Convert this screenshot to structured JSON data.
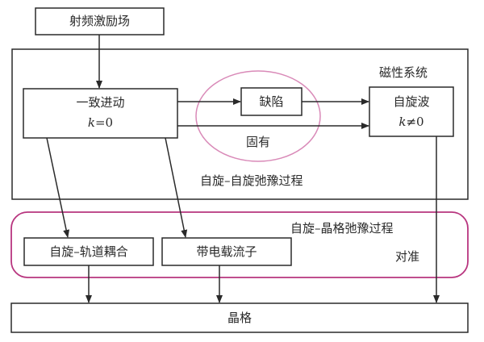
{
  "diagram": {
    "rf_field": "射频激励场",
    "magnetic_system": "磁性系统",
    "uniform_precession": {
      "title": "一致进动",
      "k_label": "k",
      "k_value": "=0"
    },
    "defect": "缺陷",
    "intrinsic": "固有",
    "spin_wave": {
      "title": "自旋波",
      "k_label": "k",
      "k_value": "≠0"
    },
    "spin_spin_relaxation": "自旋–自旋弛豫过程",
    "spin_lattice_relaxation": "自旋–晶格弛豫过程",
    "alignment": "对准",
    "spin_orbit_coupling": "自旋–轨道耦合",
    "charge_carriers": "带电载流子",
    "lattice": "晶格"
  },
  "colors": {
    "line": "#2a2a2a",
    "ellipse": "#d98ab8",
    "spin_lattice_border": "#b8357f"
  }
}
